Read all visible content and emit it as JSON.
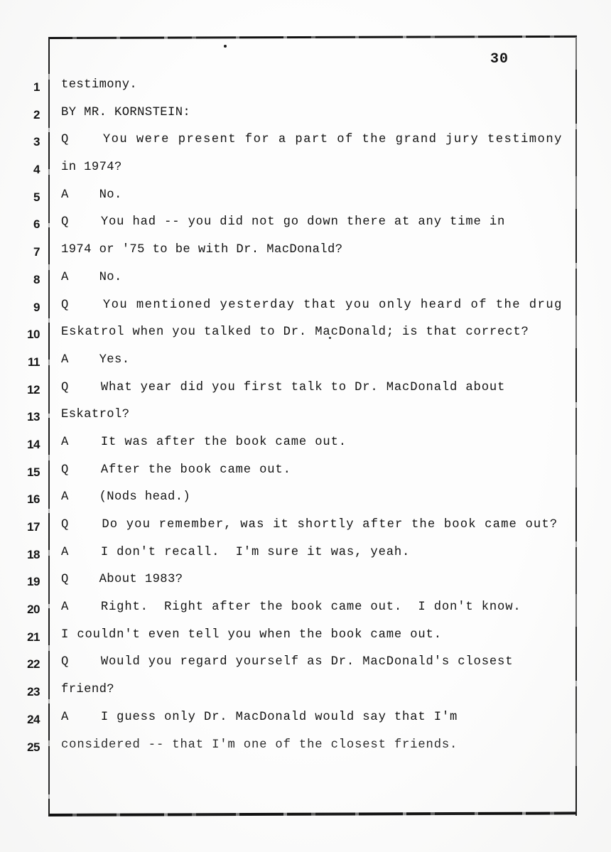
{
  "document": {
    "type": "court-reporter-transcript",
    "page_number": "30",
    "line_count": 25,
    "colors": {
      "ink": "#141414",
      "paper": "#fdfdfd",
      "rule": "#1b1b1b"
    }
  },
  "transcript": {
    "lines": [
      {
        "number": "1",
        "text": "testimony."
      },
      {
        "number": "2",
        "text": "BY MR. KORNSTEIN:"
      },
      {
        "number": "3",
        "text": "Q    You were present for a part of the grand jury testimony"
      },
      {
        "number": "4",
        "text": "in 1974?"
      },
      {
        "number": "5",
        "text": "A    No."
      },
      {
        "number": "6",
        "text": "Q    You had -- you did not go down there at any time in"
      },
      {
        "number": "7",
        "text": "1974 or '75 to be with Dr. MacDonald?"
      },
      {
        "number": "8",
        "text": "A    No."
      },
      {
        "number": "9",
        "text": "Q    You mentioned yesterday that you only heard of the drug"
      },
      {
        "number": "10",
        "text": "Eskatrol when you talked to Dr. MacDonald; is that correct?"
      },
      {
        "number": "11",
        "text": "A    Yes."
      },
      {
        "number": "12",
        "text": "Q    What year did you first talk to Dr. MacDonald about"
      },
      {
        "number": "13",
        "text": "Eskatrol?"
      },
      {
        "number": "14",
        "text": "A    It was after the book came out."
      },
      {
        "number": "15",
        "text": "Q    After the book came out."
      },
      {
        "number": "16",
        "text": "A    (Nods head.)"
      },
      {
        "number": "17",
        "text": "Q    Do you remember, was it shortly after the book came out?"
      },
      {
        "number": "18",
        "text": "A    I don't recall.  I'm sure it was, yeah."
      },
      {
        "number": "19",
        "text": "Q    About 1983?"
      },
      {
        "number": "20",
        "text": "A    Right.  Right after the book came out.  I don't know."
      },
      {
        "number": "21",
        "text": "I couldn't even tell you when the book came out."
      },
      {
        "number": "22",
        "text": "Q    Would you regard yourself as Dr. MacDonald's closest"
      },
      {
        "number": "23",
        "text": "friend?"
      },
      {
        "number": "24",
        "text": "A    I guess only Dr. MacDonald would say that I'm"
      },
      {
        "number": "25",
        "text": "considered -- that I'm one of the closest friends."
      }
    ]
  }
}
